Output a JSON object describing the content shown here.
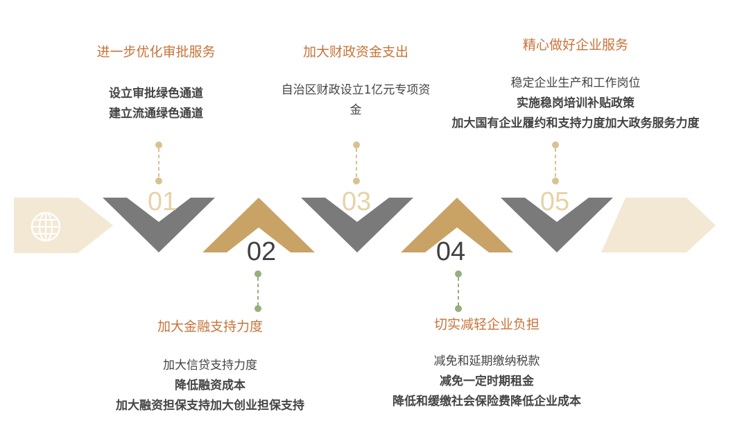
{
  "colors": {
    "gray": "#7A7A7A",
    "gold": "#C9A266",
    "cream": "#F3E8D3",
    "title": "#C8733A",
    "dot_gold": "#D9C291",
    "dot_green": "#97AE7E"
  },
  "icons": {
    "start": "globe-icon"
  },
  "steps": [
    {
      "num": "01",
      "title": "进一步优化审批服务",
      "lines": [
        "设立审批绿色通道",
        "建立流通绿色通道"
      ]
    },
    {
      "num": "02",
      "title": "加大金融支持力度",
      "lines": [
        "加大信贷支持力度",
        "降低融资成本",
        "加大融资担保支持加大创业担保支持"
      ]
    },
    {
      "num": "03",
      "title": "加大财政资金支出",
      "lines": [
        "自治区财政设立1亿元专项资",
        "金"
      ]
    },
    {
      "num": "04",
      "title": "切实减轻企业负担",
      "lines": [
        "减免和延期缴纳税款",
        "减免一定时期租金",
        "降低和缓缴社会保险费降低企业成本"
      ]
    },
    {
      "num": "05",
      "title": "精心做好企业服务",
      "lines": [
        "稳定企业生产和工作岗位",
        "实施稳岗培训补贴政策",
        "加大国有企业履约和支持力度加大政务服务力度"
      ]
    }
  ]
}
